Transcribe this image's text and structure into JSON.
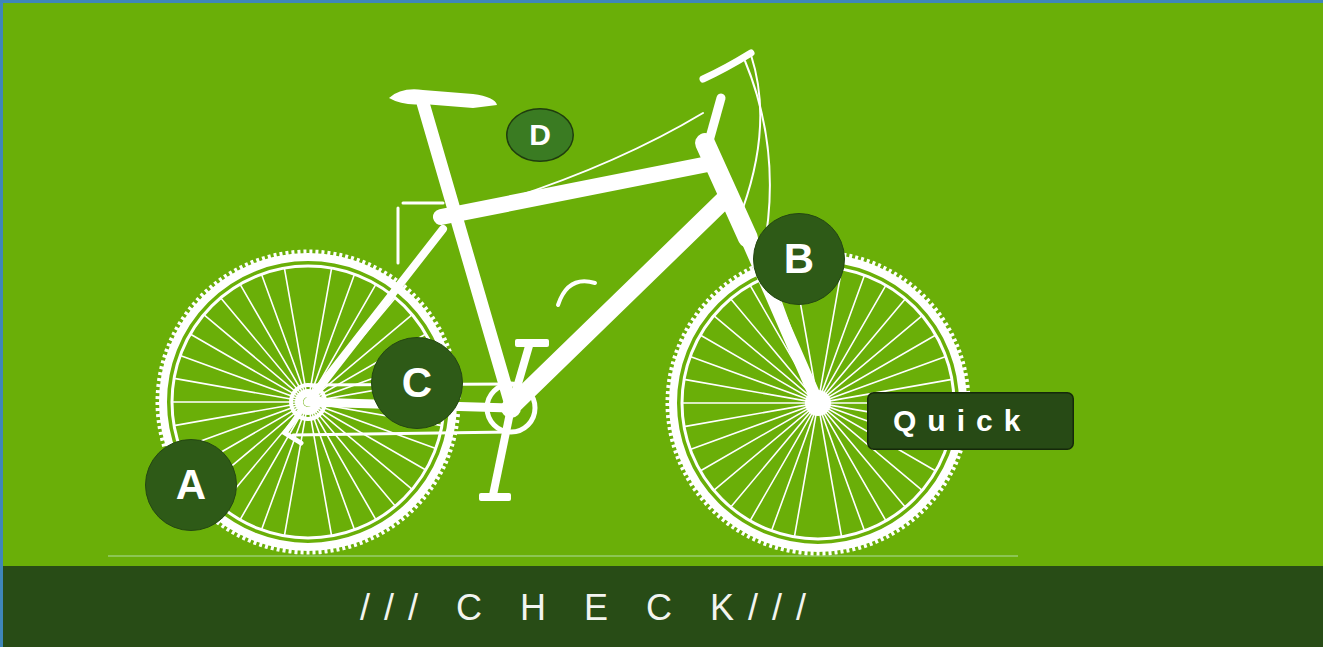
{
  "diagram": {
    "nodes": [
      {
        "text": [
          "D"
        ]
      },
      {
        "text": [
          "B"
        ]
      },
      {
        "text": [
          "C"
        ]
      },
      {
        "text": [
          "Quick"
        ]
      },
      {
        "text": [
          "A"
        ]
      },
      {
        "text": [
          "/// C H E C K///"
        ]
      }
    ]
  }
}
